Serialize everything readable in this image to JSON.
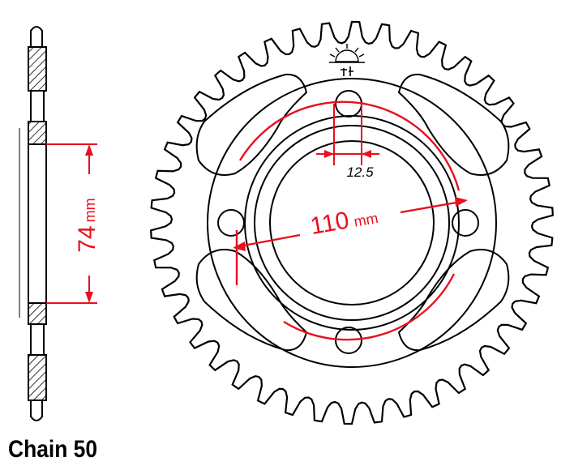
{
  "drawing": {
    "caption": "Chain 50",
    "side_view_dimension": {
      "value": "74",
      "unit": "mm"
    },
    "bolt_circle_dimension": {
      "value": "110",
      "unit": "mm"
    },
    "bolt_hole_dimension": {
      "value": "12.5"
    },
    "tooth_count": 42,
    "bolt_hole_count": 4,
    "colors": {
      "outline": "#000000",
      "dimension": "#e8101e",
      "hatch": "#000000",
      "background": "#ffffff"
    },
    "logo_icon": "sun-logo-icon"
  }
}
